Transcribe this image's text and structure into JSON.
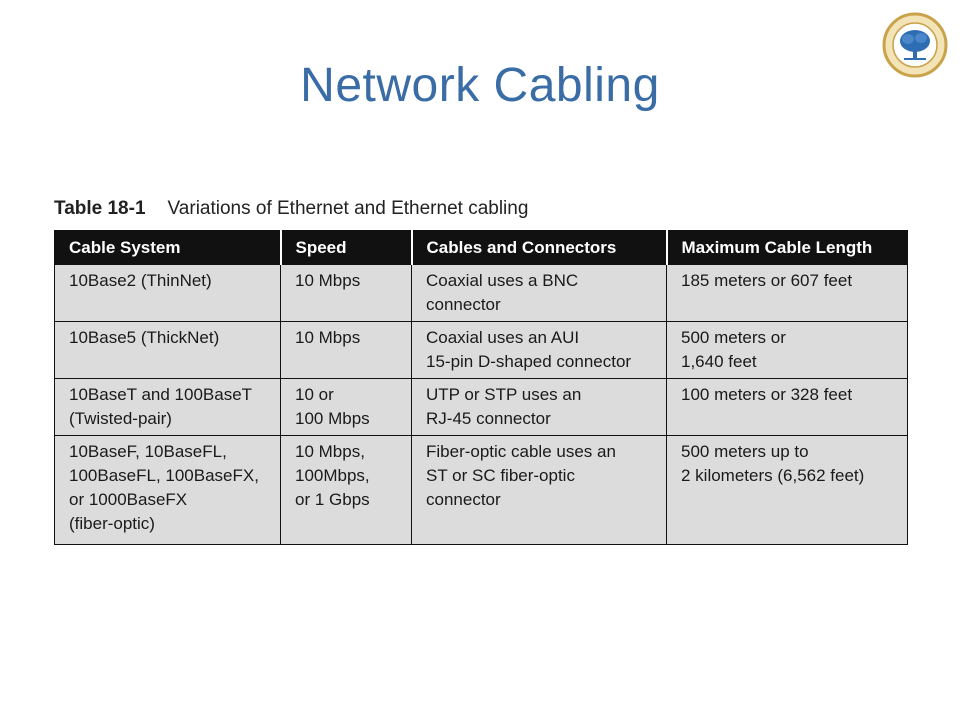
{
  "slide": {
    "title": "Network Cabling"
  },
  "logo": {
    "icon": "university-seal-icon",
    "colors": {
      "ring": "#c9a24a",
      "tree": "#2f6db3"
    }
  },
  "table": {
    "caption_number": "Table 18-1",
    "caption_text": "Variations of Ethernet and Ethernet cabling",
    "headers": [
      "Cable System",
      "Speed",
      "Cables and Connectors",
      "Maximum Cable Length"
    ],
    "rows": [
      [
        "10Base2 (ThinNet)",
        "10 Mbps",
        "Coaxial uses a BNC\nconnector",
        "185 meters or 607 feet"
      ],
      [
        "10Base5 (ThickNet)",
        "10 Mbps",
        "Coaxial uses an AUI\n15-pin D-shaped connector",
        "500 meters or\n1,640 feet"
      ],
      [
        "10BaseT and 100BaseT\n(Twisted-pair)",
        "10 or\n100 Mbps",
        "UTP or STP uses an\nRJ-45 connector",
        "100 meters or 328 feet"
      ],
      [
        "10BaseF, 10BaseFL,\n100BaseFL, 100BaseFX,\nor 1000BaseFX\n(fiber-optic)",
        "10 Mbps,\n100Mbps,\nor 1 Gbps",
        "Fiber-optic cable uses an\nST or SC fiber-optic\nconnector",
        "500 meters up to\n2 kilometers (6,562 feet)"
      ]
    ]
  }
}
